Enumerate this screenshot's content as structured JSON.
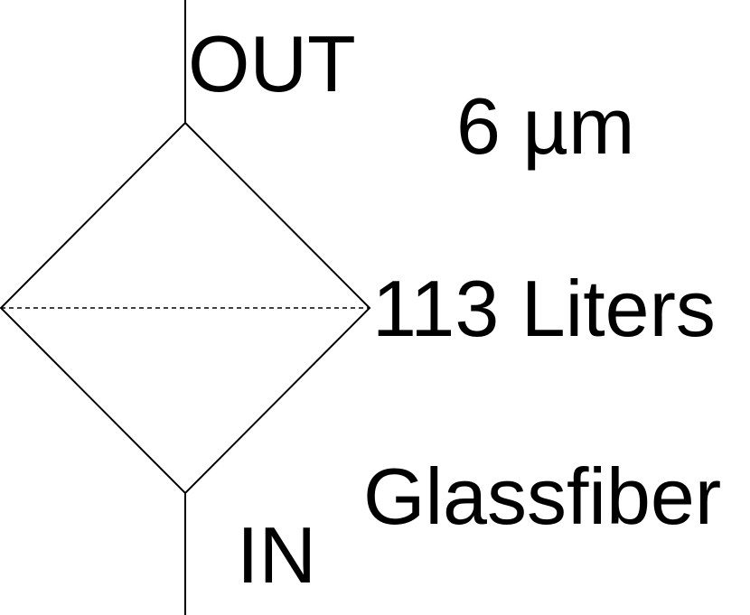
{
  "symbol": {
    "name": "filter-symbol",
    "outlet_label": "OUT",
    "inlet_label": "IN"
  },
  "specs": {
    "pore_size": "6 µm",
    "volume": "113 Liters",
    "material": "Glassfiber"
  },
  "colors": {
    "stroke": "#000000",
    "background": "#ffffff"
  }
}
